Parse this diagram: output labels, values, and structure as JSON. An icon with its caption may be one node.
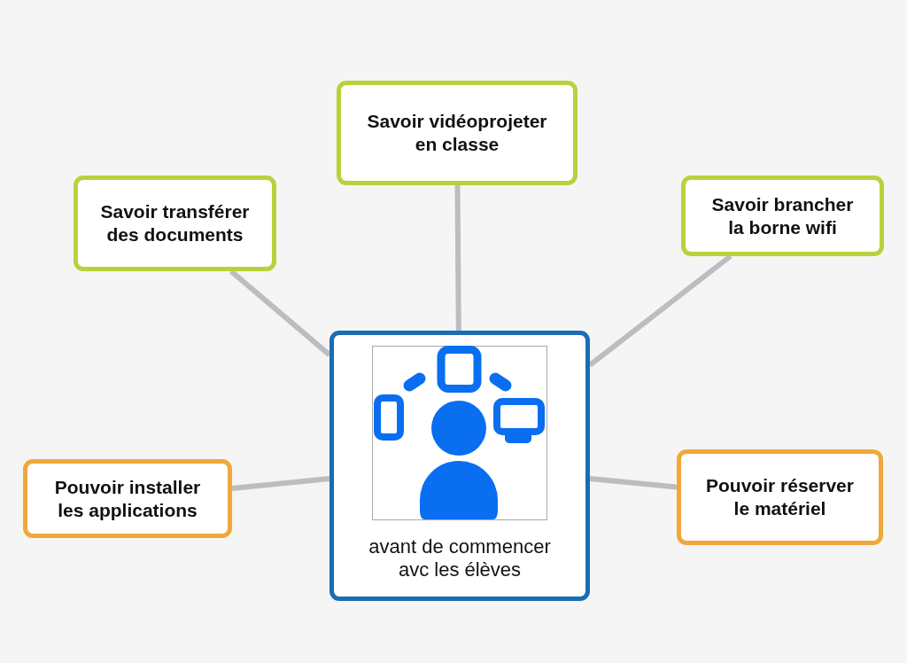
{
  "diagram": {
    "nodes": [
      {
        "text": [
          "Savoir vidéoprojeter en classe"
        ]
      },
      {
        "text": [
          "Savoir transférer des documents"
        ]
      },
      {
        "text": [
          "Savoir brancher la borne wifi"
        ]
      },
      {
        "text": [
          "avant de commencer avc les élèves"
        ]
      },
      {
        "text": [
          "Pouvoir installer les applications"
        ]
      },
      {
        "text": [
          "Pouvoir réserver le matériel"
        ]
      }
    ],
    "edges": [
      {
        "from": 3,
        "to": 0,
        "arrow": "none"
      },
      {
        "from": 3,
        "to": 1,
        "arrow": "none"
      },
      {
        "from": 3,
        "to": 2,
        "arrow": "none"
      },
      {
        "from": 3,
        "to": 4,
        "arrow": "none"
      },
      {
        "from": 3,
        "to": 5,
        "arrow": "none"
      }
    ]
  }
}
